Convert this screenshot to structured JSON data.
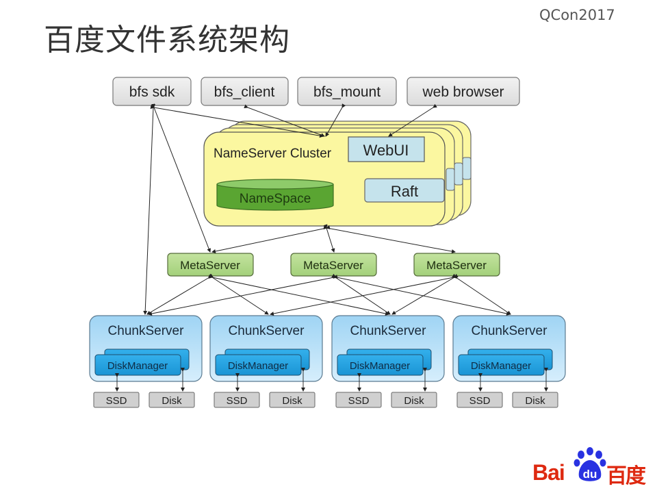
{
  "slide": {
    "title": "百度文件系统架构",
    "conference": "QCon2017"
  },
  "clients": [
    {
      "label": "bfs sdk"
    },
    {
      "label": "bfs_client"
    },
    {
      "label": "bfs_mount"
    },
    {
      "label": "web browser"
    }
  ],
  "nameserver": {
    "label": "NameServer Cluster",
    "webui": "WebUI",
    "raft": "Raft",
    "namespace": "NameSpace"
  },
  "metaservers": [
    {
      "label": "MetaServer"
    },
    {
      "label": "MetaServer"
    },
    {
      "label": "MetaServer"
    }
  ],
  "chunkservers": [
    {
      "label": "ChunkServer",
      "manager": "DiskManager",
      "ssd": "SSD",
      "disk": "Disk"
    },
    {
      "label": "ChunkServer",
      "manager": "DiskManager",
      "ssd": "SSD",
      "disk": "Disk"
    },
    {
      "label": "ChunkServer",
      "manager": "DiskManager",
      "ssd": "SSD",
      "disk": "Disk"
    },
    {
      "label": "ChunkServer",
      "manager": "DiskManager",
      "ssd": "SSD",
      "disk": "Disk"
    }
  ],
  "logo": {
    "latin": "Bai",
    "paw": "du",
    "chinese": "百度"
  },
  "colors": {
    "client_fill": "#e8e8e8",
    "nameserver_fill": "#fbf7a0",
    "webui_fill": "#c5e3ec",
    "namespace_fill": "#5aa532",
    "metaserver_fill": "#b5db8e",
    "chunkserver_fill": "#b8e0f8",
    "diskmanager_fill": "#1fa0e0",
    "storage_fill": "#d0d0d0",
    "logo_red": "#de2910",
    "logo_blue": "#2932e1"
  }
}
